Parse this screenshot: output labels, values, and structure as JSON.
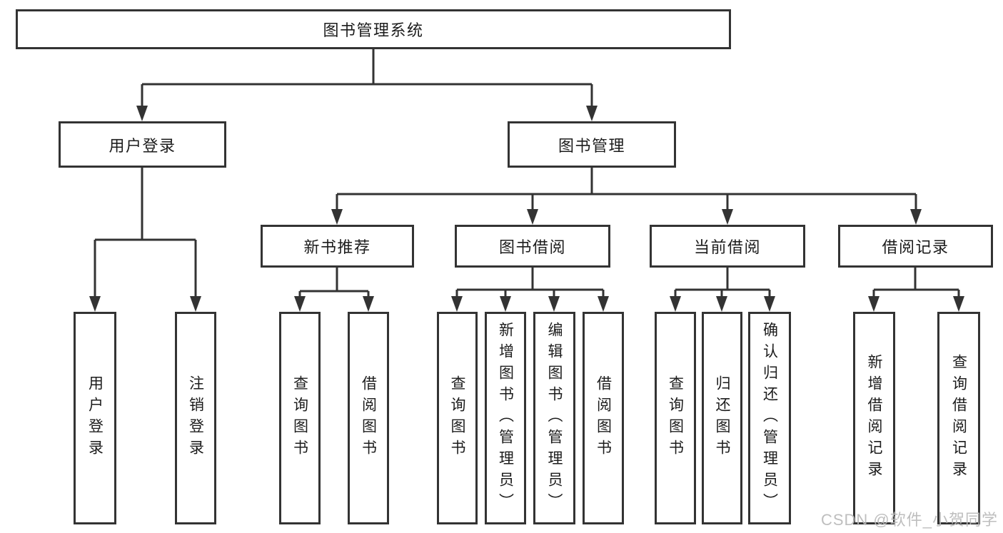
{
  "tree": {
    "root": {
      "label": "图书管理系统"
    },
    "branches": [
      {
        "label": "用户登录",
        "children": [
          {
            "label": "用户登录"
          },
          {
            "label": "注销登录"
          }
        ]
      },
      {
        "label": "图书管理",
        "children": [
          {
            "label": "新书推荐",
            "children": [
              {
                "label": "查询图书"
              },
              {
                "label": "借阅图书"
              }
            ]
          },
          {
            "label": "图书借阅",
            "children": [
              {
                "label": "查询图书"
              },
              {
                "label": "新增图书（管理员）"
              },
              {
                "label": "编辑图书（管理员）"
              },
              {
                "label": "借阅图书"
              }
            ]
          },
          {
            "label": "当前借阅",
            "children": [
              {
                "label": "查询图书"
              },
              {
                "label": "归还图书"
              },
              {
                "label": "确认归还（管理员）"
              }
            ]
          },
          {
            "label": "借阅记录",
            "children": [
              {
                "label": "新增借阅记录"
              },
              {
                "label": "查询借阅记录"
              }
            ]
          }
        ]
      }
    ]
  },
  "watermark": "CSDN @软件_小贺同学",
  "colors": {
    "line": "#333333",
    "text": "#1c1c1c",
    "watermark": "#b9b9b9",
    "background": "#ffffff"
  }
}
